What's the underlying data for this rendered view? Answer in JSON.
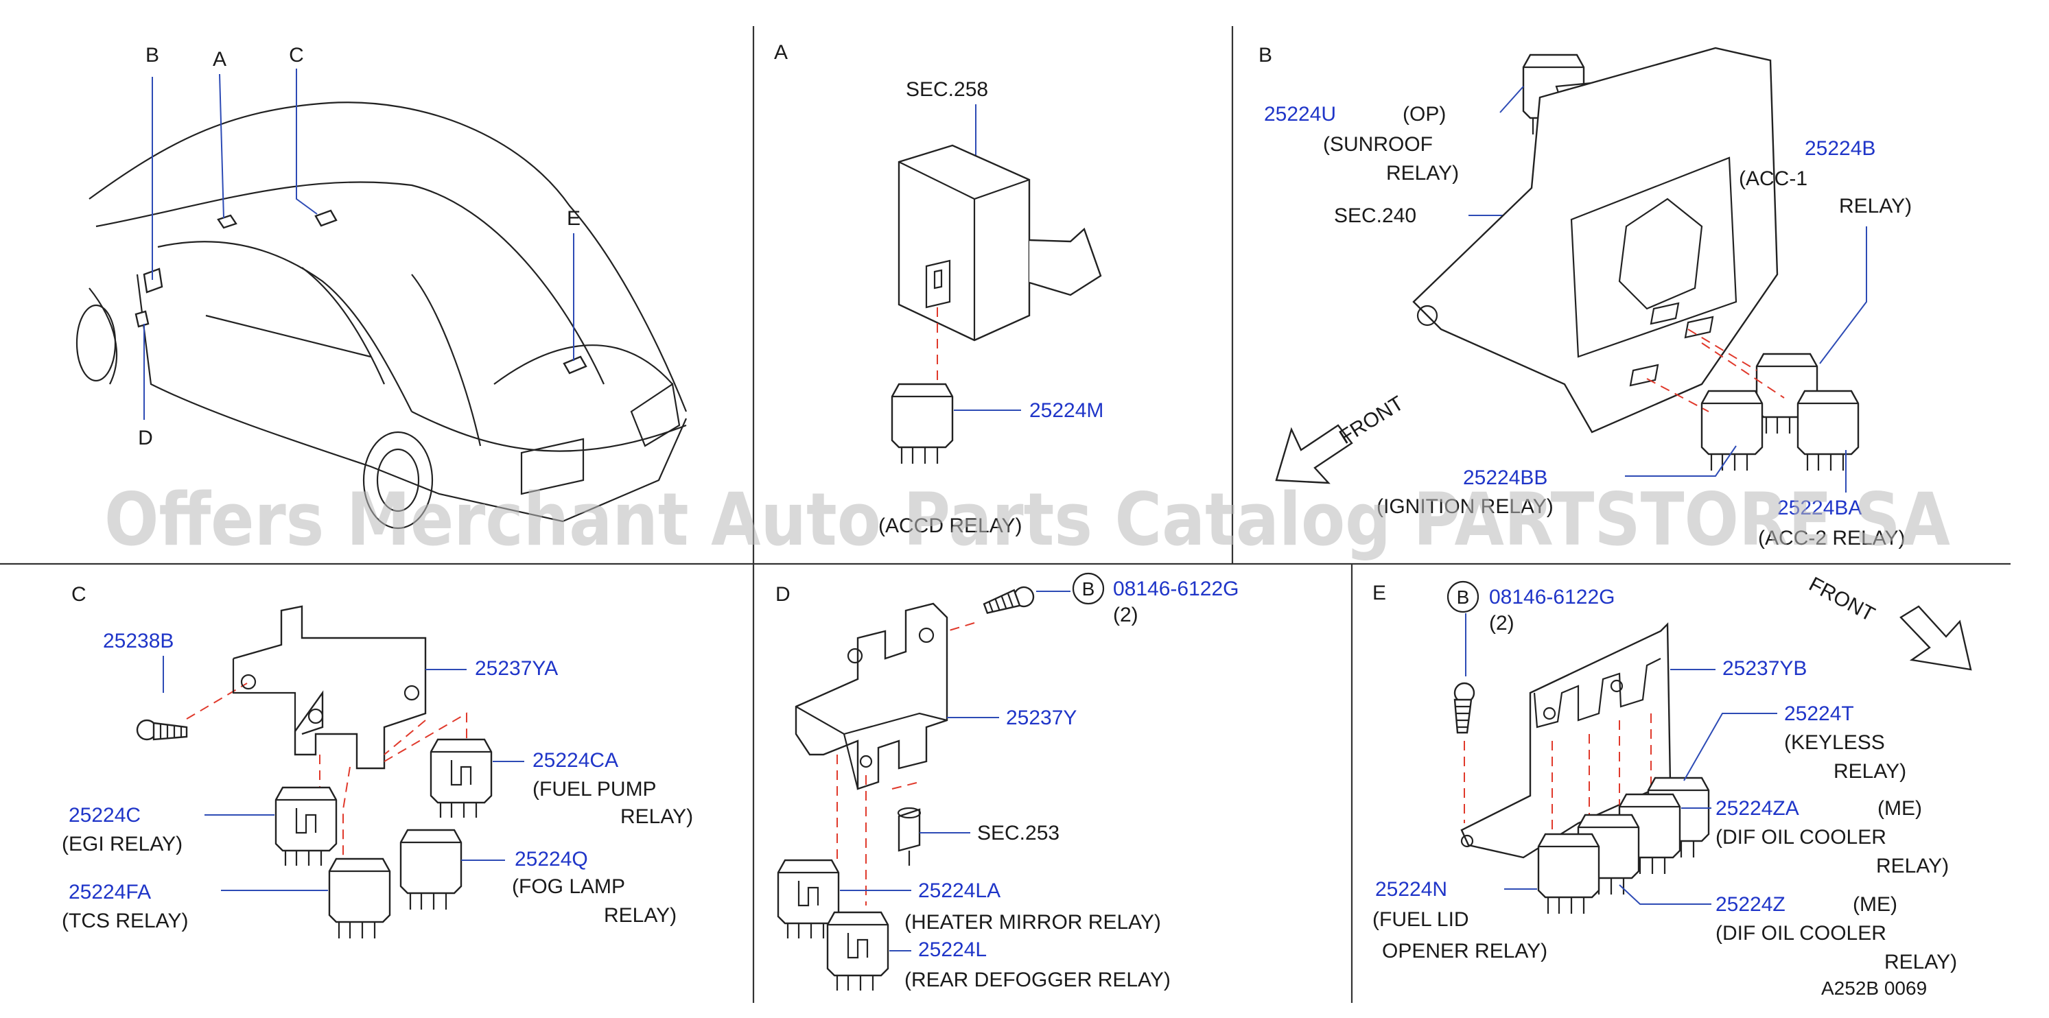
{
  "watermark": "Offers Merchant Auto Parts Catalog PARTSTORE SA",
  "figure_code": "A252B  0069",
  "overview": {
    "callouts": {
      "a": "A",
      "b": "B",
      "c": "C",
      "d": "D",
      "e": "E"
    }
  },
  "panel_a": {
    "title": "A",
    "sec": "SEC.258",
    "part_25224M": "25224M",
    "relay_name": "(ACCD RELAY)"
  },
  "panel_b": {
    "title": "B",
    "part_25224U": "25224U",
    "op": "(OP)",
    "sunroof_l1": "(SUNROOF",
    "sunroof_l2": "RELAY)",
    "sec": "SEC.240",
    "part_25224B": "25224B",
    "acc1_l1": "(ACC-1",
    "acc1_l2": "RELAY)",
    "front": "FRONT",
    "part_25224BB": "25224BB",
    "ignition": "(IGNITION RELAY)",
    "part_25224BA": "25224BA",
    "acc2": "(ACC-2 RELAY)"
  },
  "panel_c": {
    "title": "C",
    "part_25238B": "25238B",
    "part_25237YA": "25237YA",
    "part_25224CA": "25224CA",
    "fuel_l1": "(FUEL   PUMP",
    "fuel_l2": "RELAY)",
    "part_25224C": "25224C",
    "egi": "(EGI  RELAY)",
    "part_25224Q": "25224Q",
    "fog_l1": "(FOG   LAMP",
    "fog_l2": "RELAY)",
    "part_25224FA": "25224FA",
    "tcs": "(TCS  RELAY)"
  },
  "panel_d": {
    "title": "D",
    "b_marker": "B",
    "part_08146": "08146-6122G",
    "qty": "(2)",
    "part_25237Y": "25237Y",
    "sec": "SEC.253",
    "part_25224LA": "25224LA",
    "heater": "(HEATER   MIRROR   RELAY)",
    "part_25224L": "25224L",
    "rear": "(REAR   DEFOGGER   RELAY)"
  },
  "panel_e": {
    "title": "E",
    "b_marker": "B",
    "part_08146": "08146-6122G",
    "qty": "(2)",
    "front": "FRONT",
    "part_25237YB": "25237YB",
    "part_25224T": "25224T",
    "keyless_l1": "(KEYLESS",
    "keyless_l2": "RELAY)",
    "part_25224ZA": "25224ZA",
    "me1": "(ME)",
    "dif1_l1": "(DIF   OIL   COOLER",
    "dif1_l2": "RELAY)",
    "part_25224N": "25224N",
    "fuel_lid_l1": "(FUEL  LID",
    "fuel_lid_l2": "OPENER  RELAY)",
    "part_25224Z": "25224Z",
    "me2": "(ME)",
    "dif2_l1": "(DIF   OIL   COOLER",
    "dif2_l2": "RELAY)"
  }
}
